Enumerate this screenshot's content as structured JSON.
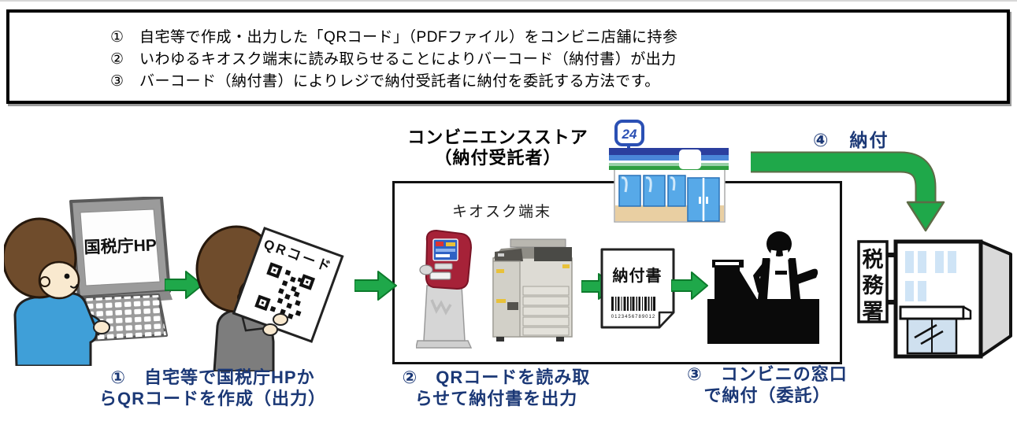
{
  "info_box": {
    "lines": [
      "①　自宅等で作成・出力した「QRコード」（PDFファイル）をコンビニ店舗に持参",
      "②　いわゆるキオスク端末に読み取らせることによりバーコード（納付書）が出力",
      "③　バーコード（納付書）によりレジで納付受託者に納付を委託する方法です。"
    ]
  },
  "flow": {
    "laptop_screen_label": "国税庁HP",
    "qr_paper_label": "QRコード",
    "store": {
      "header_line1": "コンビニエンスストア",
      "header_line2": "（納付受託者）",
      "sign_24": "24"
    },
    "kiosk_label": "キオスク端末",
    "payment_slip": {
      "title": "納付書",
      "barcode_digits": "0123456789012"
    },
    "step4_label": "④　納付",
    "tax_office_sign_chars": [
      "税",
      "務",
      "署"
    ],
    "captions": [
      {
        "line1": "①　自宅等で国税庁HPか",
        "line2": "らQRコードを作成（出力）"
      },
      {
        "line1": "②　QRコードを読み取",
        "line2": "らせて納付書を出力"
      },
      {
        "line1": "③　コンビニの窓口",
        "line2": "で納付（委託）"
      }
    ]
  },
  "colors": {
    "arrow_green": "#1fa84a",
    "arrow_green_dark": "#0d7a2c",
    "caption_navy": "#1b3876",
    "store_sign_blue": "#2b50b4",
    "window_blue": "#57a9e8",
    "kiosk_red": "#a62238",
    "tax_window_blue": "#cfe4f6"
  }
}
